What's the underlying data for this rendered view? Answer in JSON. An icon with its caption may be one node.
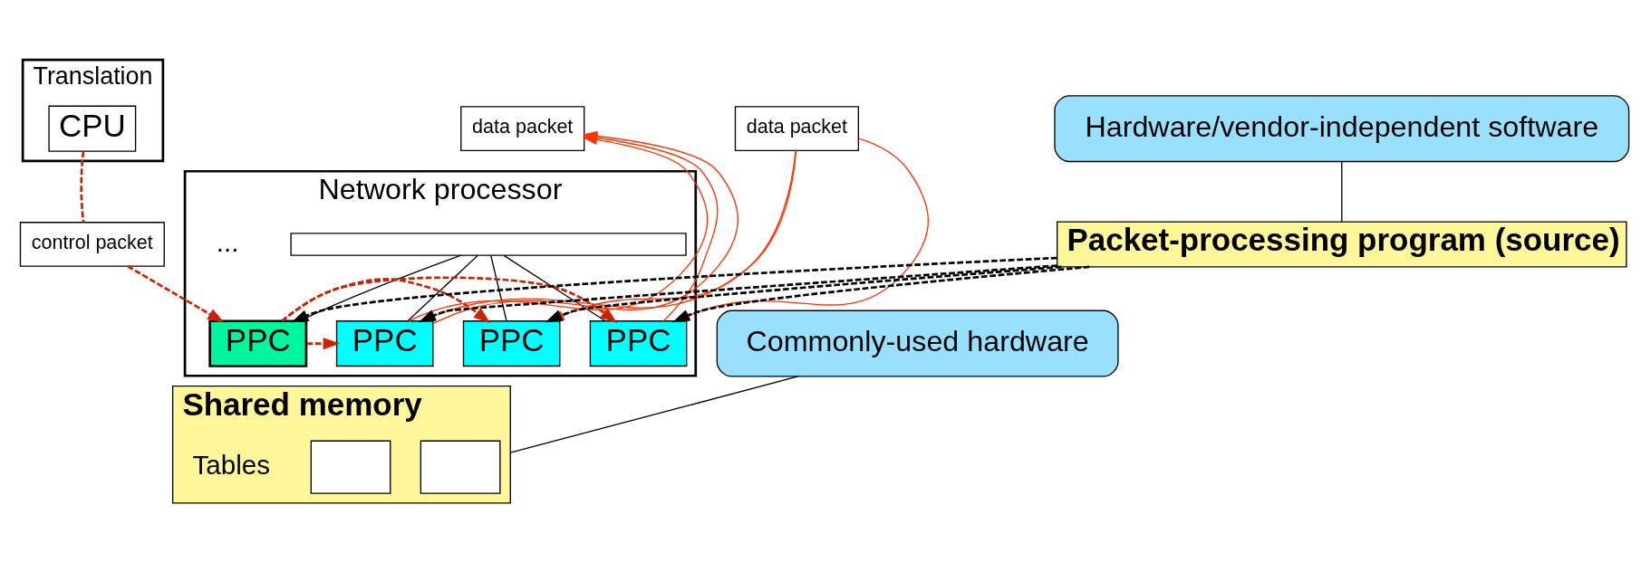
{
  "diagram": {
    "nodes": [
      {
        "text": [
          "Translation"
        ]
      },
      {
        "text": [
          "CPU"
        ],
        "in": 0
      },
      {
        "text": [
          "control packet"
        ]
      },
      {
        "text": [
          "Network processor"
        ]
      },
      {
        "text": [],
        "shape": "bar",
        "in": 3
      },
      {
        "text": [
          "PPC"
        ],
        "in": 3
      },
      {
        "text": [
          "PPC"
        ],
        "in": 3
      },
      {
        "text": [
          "PPC"
        ],
        "in": 3
      },
      {
        "text": [
          "PPC"
        ],
        "in": 3
      },
      {
        "text": [
          "data packet"
        ]
      },
      {
        "text": [
          "data packet"
        ]
      },
      {
        "text": [
          "Packet-processing program (source)"
        ]
      },
      {
        "text": [
          "Hardware/vendor-independent software"
        ]
      },
      {
        "text": [
          "Shared memory"
        ]
      },
      {
        "text": [],
        "shape": "box",
        "in": 13
      },
      {
        "text": [],
        "shape": "box",
        "in": 13
      },
      {
        "text": [
          "Commonly-used hardware"
        ]
      }
    ],
    "edges": [
      {
        "from": 1,
        "to": 2,
        "arrow": "none",
        "style": "dashed",
        "color": "#cc2200"
      },
      {
        "from": 2,
        "to": 5,
        "arrow": "to",
        "style": "dashed",
        "color": "#cc2200"
      },
      {
        "from": 4,
        "to": 5,
        "arrow": "none"
      },
      {
        "from": 4,
        "to": 6,
        "arrow": "none"
      },
      {
        "from": 4,
        "to": 7,
        "arrow": "none"
      },
      {
        "from": 4,
        "to": 8,
        "arrow": "none"
      },
      {
        "from": 11,
        "to": 5,
        "arrow": "to",
        "style": "dashed"
      },
      {
        "from": 11,
        "to": 6,
        "arrow": "to",
        "style": "dashed"
      },
      {
        "from": 11,
        "to": 7,
        "arrow": "to",
        "style": "dashed"
      },
      {
        "from": 11,
        "to": 8,
        "arrow": "to",
        "style": "dashed"
      },
      {
        "from": 9,
        "to": 6,
        "arrow": "to",
        "color": "#ff3300"
      },
      {
        "from": 9,
        "to": 7,
        "arrow": "to",
        "color": "#ff3300"
      },
      {
        "from": 9,
        "to": 8,
        "arrow": "to",
        "color": "#ff3300"
      },
      {
        "from": 7,
        "to": 10,
        "arrow": "to",
        "color": "#ff3300"
      },
      {
        "from": 8,
        "to": 10,
        "arrow": "to",
        "color": "#ff3300"
      },
      {
        "from": 8,
        "to": 10,
        "arrow": "to",
        "color": "#ff3300"
      },
      {
        "from": 5,
        "to": 6,
        "arrow": "to",
        "style": "dashed",
        "color": "#cc2200"
      },
      {
        "from": 5,
        "to": 7,
        "arrow": "to",
        "style": "dashed",
        "color": "#cc2200"
      },
      {
        "from": 5,
        "to": 8,
        "arrow": "to",
        "style": "dashed",
        "color": "#cc2200"
      },
      {
        "from": 12,
        "to": 11,
        "arrow": "none"
      },
      {
        "from": 16,
        "to": 13,
        "arrow": "none"
      }
    ],
    "labels": [
      "...",
      "Tables"
    ]
  }
}
